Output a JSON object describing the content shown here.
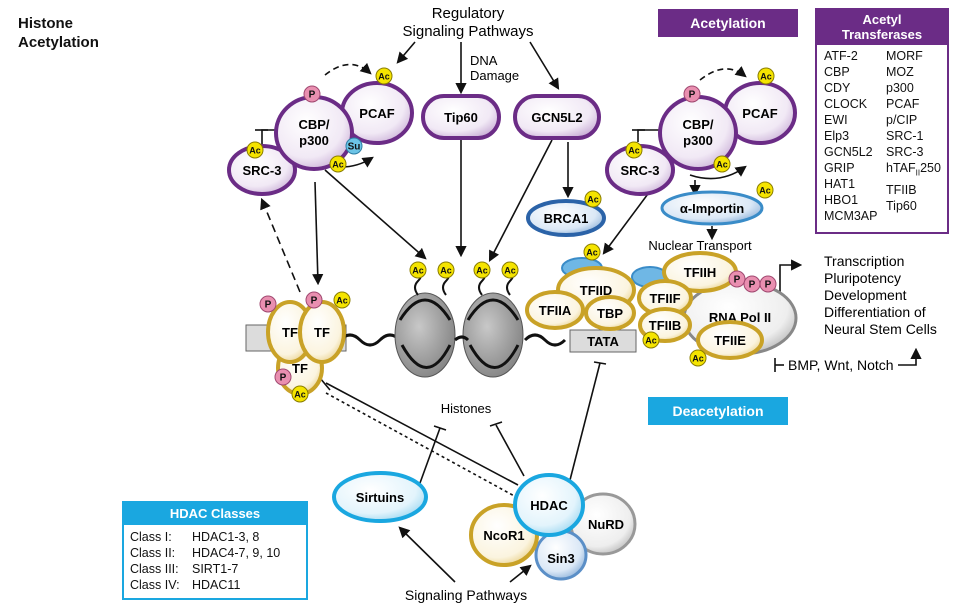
{
  "title_line1": "Histone",
  "title_line2": "Acetylation",
  "regulatory_line1": "Regulatory",
  "regulatory_line2": "Signaling Pathways",
  "dna_damage_line1": "DNA",
  "dna_damage_line2": "Damage",
  "acetylation_label": "Acetylation",
  "deacetylation_label": "Deacetylation",
  "acetyl_transferases": {
    "title_line1": "Acetyl",
    "title_line2": "Transferases",
    "col1": [
      "ATF-2",
      "CBP",
      "CDY",
      "CLOCK",
      "EWI",
      "Elp3",
      "GCN5L2",
      "GRIP",
      "HAT1",
      "HBO1",
      "MCM3AP"
    ],
    "col2": [
      "MORF",
      "MOZ",
      "p300",
      "PCAF",
      "p/CIP",
      "SRC-1",
      "SRC-3",
      "hTAF",
      "TFIIB",
      "Tip60"
    ],
    "htaf_sub": "II",
    "htaf_suffix": "250"
  },
  "hdac_classes": {
    "title": "HDAC Classes",
    "rows": [
      {
        "cls": "Class I:",
        "members": "HDAC1-3, 8"
      },
      {
        "cls": "Class II:",
        "members": "HDAC4-7, 9, 10"
      },
      {
        "cls": "Class III:",
        "members": "SIRT1-7"
      },
      {
        "cls": "Class IV:",
        "members": "HDAC11"
      }
    ]
  },
  "proteins": {
    "pcaf": "PCAF",
    "cbp_line1": "CBP/",
    "cbp_line2": "p300",
    "src3": "SRC-3",
    "tip60": "Tip60",
    "gcn5l2": "GCN5L2",
    "brca1": "BRCA1",
    "alpha_importin": "α-Importin",
    "tf": "TF",
    "tfiid": "TFIID",
    "tfiia": "TFIIA",
    "tbp": "TBP",
    "tfiif": "TFIIF",
    "tfiib": "TFIIB",
    "tfiih": "TFIIH",
    "tfiie": "TFIIE",
    "rna_pol": "RNA Pol II",
    "tata": "TATA",
    "sirtuins": "Sirtuins",
    "hdac": "HDAC",
    "ncor1": "NcoR1",
    "nurd": "NuRD",
    "sin3": "Sin3"
  },
  "badges": {
    "ac": "Ac",
    "p": "P",
    "su": "Su"
  },
  "nuclear_transport": "Nuclear Transport",
  "outcomes": [
    "Transcription",
    "Pluripotency",
    "Development",
    "Differentiation of",
    "Neural Stem Cells"
  ],
  "bmp_label": "BMP, Wnt, Notch",
  "histones_label": "Histones",
  "signaling_pathways": "Signaling Pathways",
  "colors": {
    "purple": "#6b2c86",
    "cyan": "#1aa7e0",
    "gold": "#c9a227",
    "ac_yellow": "#f5e400",
    "p_pink": "#e98fb0",
    "su_blue": "#6cc4e6",
    "histone_gray": "#9a9a9a"
  }
}
